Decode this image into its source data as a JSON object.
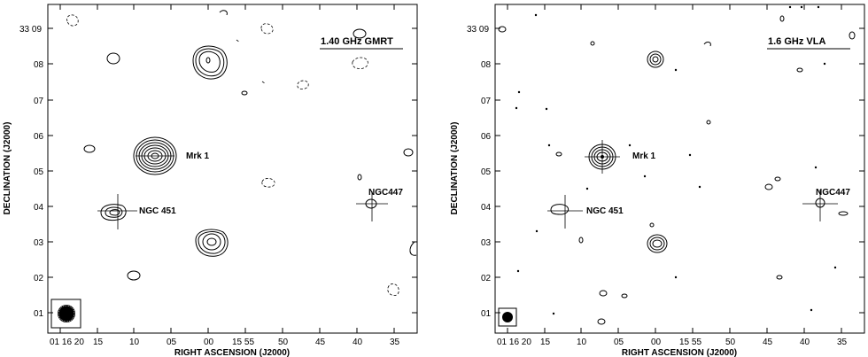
{
  "panels": [
    {
      "title": "1.40 GHz GMRT",
      "x_axis_label": "RIGHT ASCENSION (J2000)",
      "y_axis_label": "DECLINATION (J2000)",
      "x_ticks": [
        "01 16 20",
        "15",
        "10",
        "05",
        "00",
        "15 55",
        "50",
        "45",
        "40",
        "35"
      ],
      "y_ticks": [
        "33 09",
        "08",
        "07",
        "06",
        "05",
        "04",
        "03",
        "02",
        "01"
      ],
      "sources": [
        {
          "name": "Mrk 1"
        },
        {
          "name": "NGC 451"
        },
        {
          "name": "NGC447"
        }
      ]
    },
    {
      "title": "1.6 GHz VLA",
      "x_axis_label": "RIGHT ASCENSION (J2000)",
      "y_axis_label": "DECLINATION (J2000)",
      "x_ticks": [
        "01 16 20",
        "15",
        "10",
        "05",
        "00",
        "15 55",
        "50",
        "45",
        "40",
        "35"
      ],
      "y_ticks": [
        "33 09",
        "08",
        "07",
        "06",
        "05",
        "04",
        "03",
        "02",
        "01"
      ],
      "sources": [
        {
          "name": "Mrk 1"
        },
        {
          "name": "NGC 451"
        },
        {
          "name": "NGC447"
        }
      ]
    }
  ]
}
